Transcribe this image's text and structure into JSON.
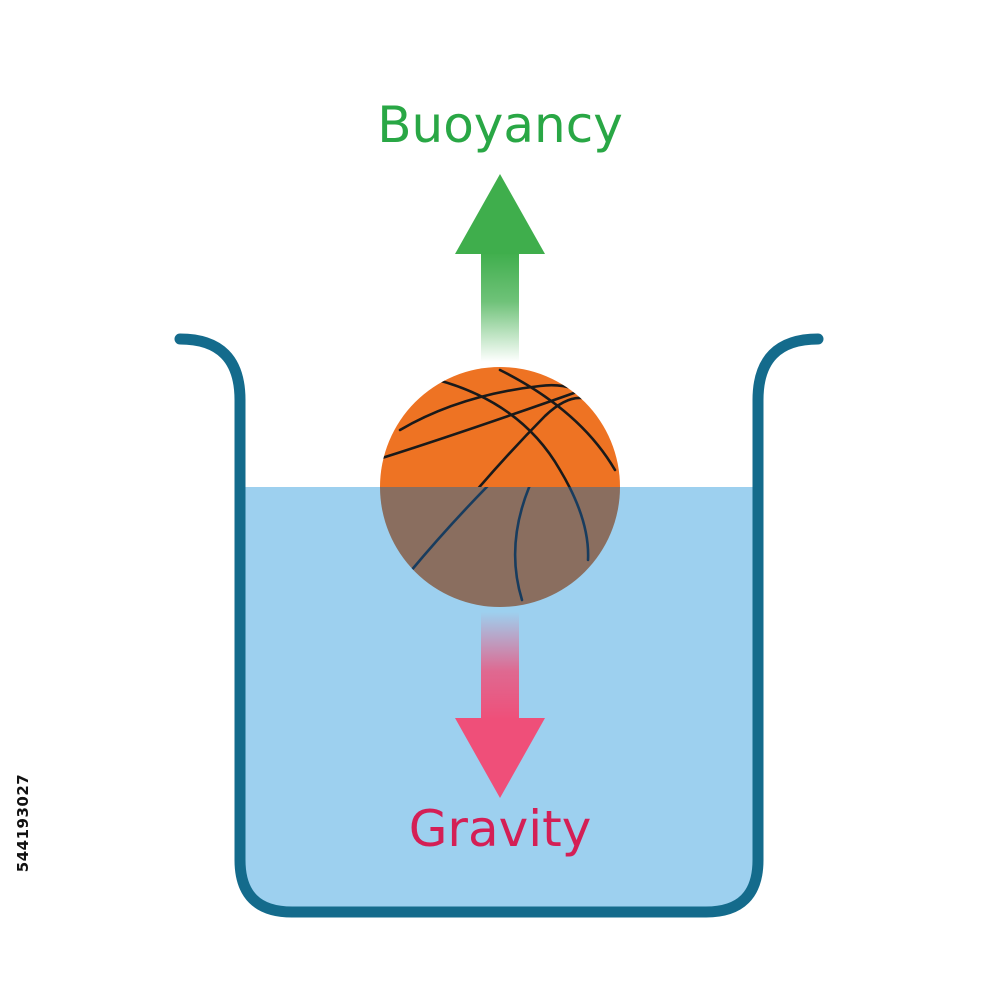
{
  "labels": {
    "buoyancy": "Buoyancy",
    "gravity": "Gravity"
  },
  "side_text": "544193027",
  "colors": {
    "buoyancy": "#29a745",
    "buoyancy_arrow": "#3fae4c",
    "gravity": "#d41f55",
    "gravity_arrow": "#ef4f79",
    "container": "#146b8c",
    "water": "#9dd0ef",
    "ball_dry": "#ee7323",
    "ball_submerged": "#8a6e5f",
    "seam_dry": "#1a1a1a",
    "seam_submerged": "#183c5e"
  },
  "icons": {
    "container": "beaker-icon",
    "object": "basketball-icon"
  }
}
